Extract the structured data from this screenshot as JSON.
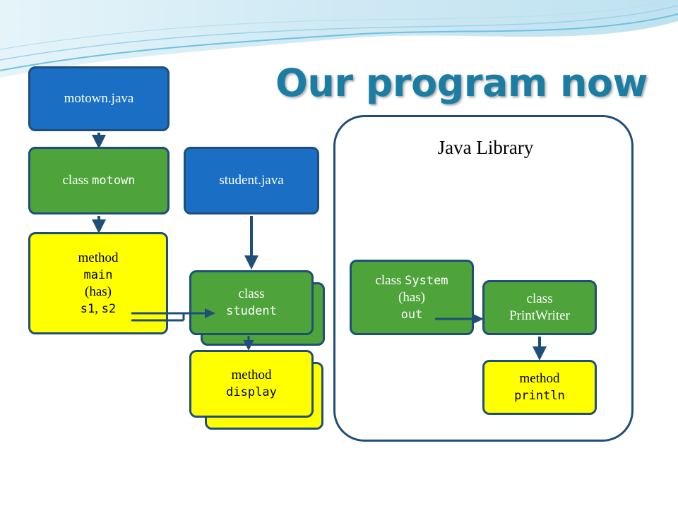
{
  "title": "Our program now",
  "boxes": {
    "motown_java": "motown.java",
    "class_motown": {
      "prefix": "class ",
      "name": "motown"
    },
    "method_main": {
      "kw": "method",
      "name": "main",
      "has": "(has)",
      "vars_a": "s1",
      "sep": ", ",
      "vars_b": "s2"
    },
    "student_java": "student.java",
    "class_student": {
      "kw": "class",
      "name": "student"
    },
    "method_display": {
      "kw": "method",
      "name": "display"
    }
  },
  "library": {
    "title": "Java Library",
    "class_system": {
      "prefix": "class ",
      "name": "System",
      "has": "(has)",
      "field": "out"
    },
    "class_printwriter": {
      "kw": "class",
      "name": "PrintWriter"
    },
    "method_println": {
      "kw": "method",
      "name": "println"
    }
  },
  "colors": {
    "title": "#1b7da3",
    "file_box": "#1a6fc4",
    "class_box": "#4ea43a",
    "method_box": "#ffff00",
    "border": "#1f4e79",
    "arrow": "#1f4e79"
  }
}
